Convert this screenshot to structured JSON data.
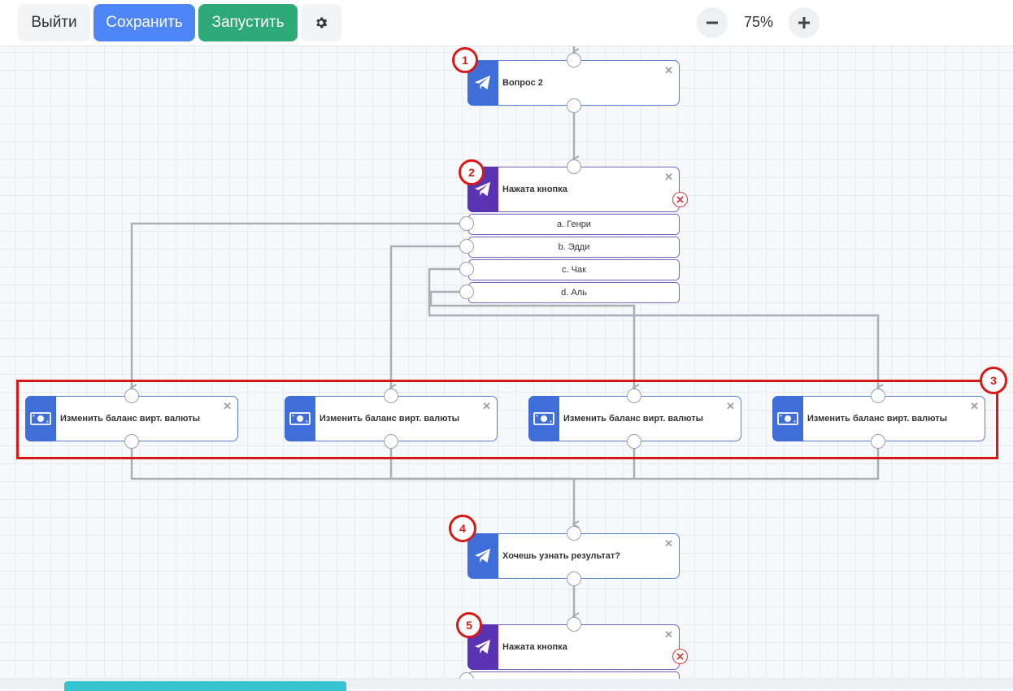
{
  "toolbar": {
    "exit_label": "Выйти",
    "save_label": "Сохранить",
    "run_label": "Запустить",
    "zoom_level": "75%"
  },
  "colors": {
    "save_button": "#4f86f7",
    "run_button": "#2daa78",
    "node_blue": "#3f6ed8",
    "node_purple": "#5a33b3",
    "annotation_red": "#d61a1a"
  },
  "nodes": {
    "question2": {
      "title": "Вопрос 2",
      "icon": "telegram-icon"
    },
    "button_pressed_1": {
      "title": "Нажата кнопка",
      "icon": "telegram-icon",
      "options": [
        "a. Генри",
        "b. Эдди",
        "c. Чак",
        "d. Аль"
      ]
    },
    "balance_nodes": [
      {
        "title": "Изменить баланс вирт. валюты",
        "icon": "money-icon"
      },
      {
        "title": "Изменить баланс вирт. валюты",
        "icon": "money-icon"
      },
      {
        "title": "Изменить баланс вирт. валюты",
        "icon": "money-icon"
      },
      {
        "title": "Изменить баланс вирт. валюты",
        "icon": "money-icon"
      }
    ],
    "want_result": {
      "title": "Хочешь узнать результат?",
      "icon": "telegram-icon"
    },
    "button_pressed_2": {
      "title": "Нажата кнопка",
      "icon": "telegram-icon"
    }
  },
  "annotations": [
    "1",
    "2",
    "3",
    "4",
    "5"
  ]
}
